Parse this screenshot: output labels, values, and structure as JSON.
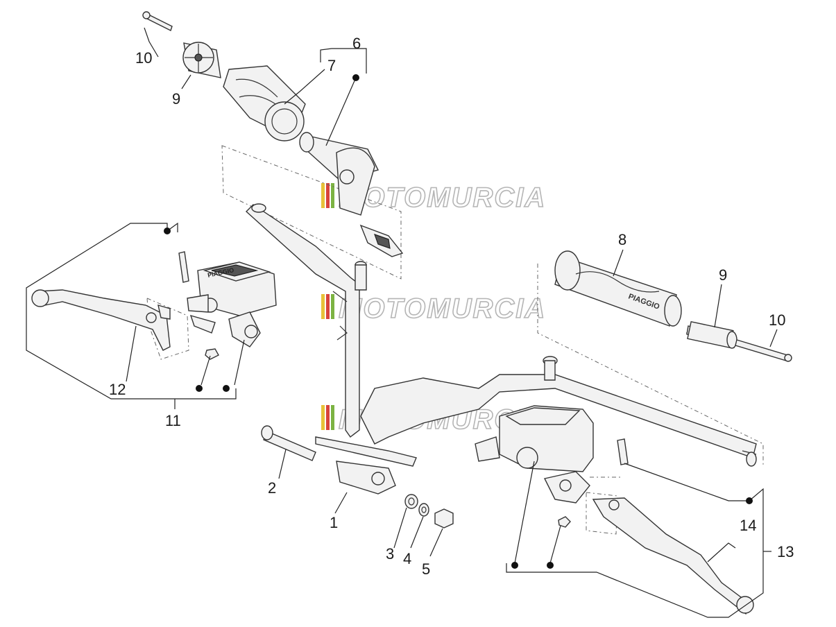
{
  "watermark": {
    "text": "MOTOMURCIA",
    "stripe_colors": [
      "#e8c23a",
      "#d9433b",
      "#7cb342"
    ]
  },
  "callouts": [
    {
      "id": "c1",
      "text": "1"
    },
    {
      "id": "c2",
      "text": "2"
    },
    {
      "id": "c3",
      "text": "3"
    },
    {
      "id": "c4",
      "text": "4"
    },
    {
      "id": "c5",
      "text": "5"
    },
    {
      "id": "c6",
      "text": "6"
    },
    {
      "id": "c7",
      "text": "7"
    },
    {
      "id": "c8",
      "text": "8"
    },
    {
      "id": "c9a",
      "text": "9"
    },
    {
      "id": "c9b",
      "text": "9"
    },
    {
      "id": "c10a",
      "text": "10"
    },
    {
      "id": "c10b",
      "text": "10"
    },
    {
      "id": "c11",
      "text": "11"
    },
    {
      "id": "c12",
      "text": "12"
    },
    {
      "id": "c13",
      "text": "13"
    },
    {
      "id": "c14",
      "text": "14"
    }
  ],
  "stamp_texts": {
    "left_reservoir": "PIAGGIO",
    "right_grip": "PIAGGIO"
  }
}
